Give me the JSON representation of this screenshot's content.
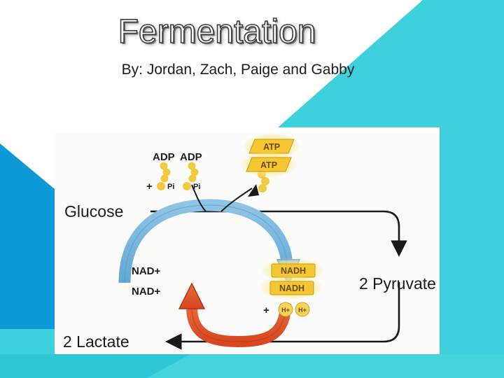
{
  "slide": {
    "title": "Fermentation",
    "subtitle": "By: Jordan, Zach, Paige and Gabby"
  },
  "theme": {
    "teal": "#3ed1dd",
    "teal_light": "#45d4de",
    "blue_dark": "#0e9ad6",
    "background": "#ffffff",
    "panel": "#fbfbfa"
  },
  "diagram": {
    "name": "lactic-acid-fermentation-diagram",
    "labels": {
      "glucose": "Glucose",
      "pyruvate": "2 Pyruvate",
      "lactate": "2 Lactate",
      "adp_1": "ADP",
      "adp_2": "ADP",
      "plus_top": "+",
      "pi_1": "Pi",
      "pi_2": "Pi",
      "atp_1": "ATP",
      "atp_2": "ATP",
      "nad_1": "NAD+",
      "nad_2": "NAD+",
      "nadh_1": "NADH",
      "nadh_2": "NADH",
      "plus_bottom": "+",
      "h_1": "H+",
      "h_2": "H+"
    },
    "colors": {
      "arrow_blue": "#74b3dd",
      "arrow_blue_edge": "#3f88bb",
      "arrow_red": "#e4592c",
      "arrow_red_edge": "#a8341a",
      "molecule_yellow": "#f3c940",
      "molecule_yellow_light": "#fbe07a",
      "badge_yellow": "#f5c733",
      "line_black": "#1a1a1a"
    }
  }
}
